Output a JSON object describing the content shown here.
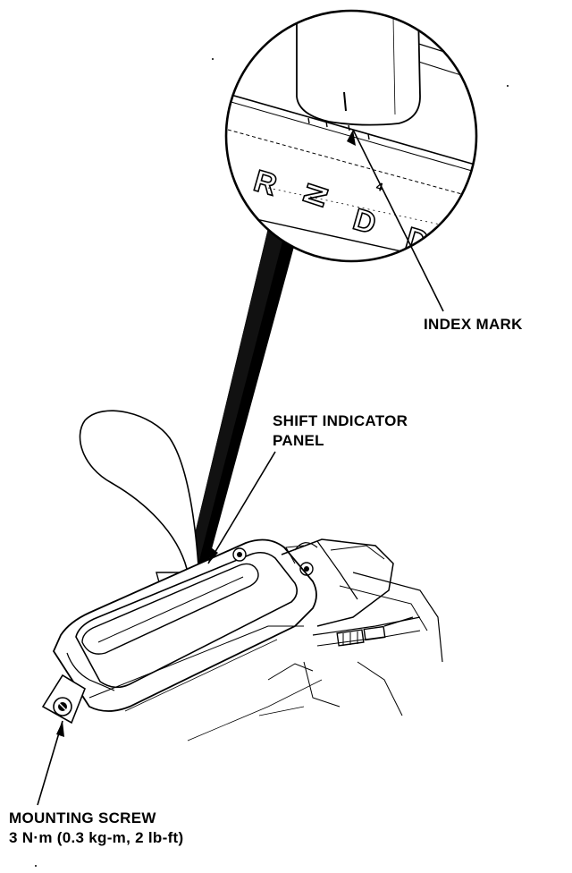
{
  "labels": {
    "index_mark": "INDEX MARK",
    "shift_panel_line1": "SHIFT INDICATOR",
    "shift_panel_line2": "PANEL",
    "mounting_screw_line1": "MOUNTING SCREW",
    "mounting_screw_line2": "3 N·m (0.3 kg-m, 2 lb-ft)"
  },
  "gear_letters": [
    "R",
    "N",
    "D",
    "D"
  ],
  "colors": {
    "ink": "#000000",
    "paper": "#ffffff"
  }
}
